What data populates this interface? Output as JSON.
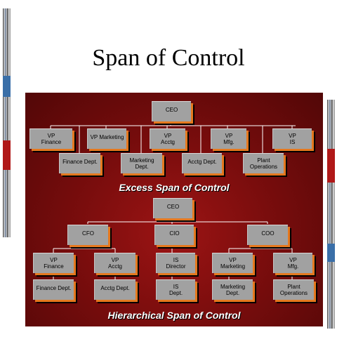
{
  "title": "Span of Control",
  "excess": {
    "caption": "Excess Span of Control",
    "ceo": "CEO",
    "vp_finance": [
      "VP",
      "Finance"
    ],
    "vp_marketing": "VP Marketing",
    "vp_acctg": [
      "VP",
      "Acctg"
    ],
    "vp_mfg": [
      "VP",
      "Mfg."
    ],
    "vp_is": [
      "VP",
      "IS"
    ],
    "finance_dept": "Finance Dept.",
    "marketing_dept": [
      "Marketing",
      "Dept."
    ],
    "acctg_dept": "Acctg Dept.",
    "plant_operations": [
      "Plant",
      "Operations"
    ]
  },
  "hierarchical": {
    "caption": "Hierarchical Span of Control",
    "ceo": "CEO",
    "cfo": "CFO",
    "cio": "CIO",
    "coo": "COO",
    "vp_finance": [
      "VP",
      "Finance"
    ],
    "vp_acctg": [
      "VP",
      "Acctg"
    ],
    "is_director": [
      "IS",
      "Director"
    ],
    "vp_marketing": [
      "VP",
      "Marketing"
    ],
    "vp_mfg": [
      "VP",
      "Mfg."
    ],
    "finance_dept": "Finance Dept.",
    "acctg_dept": "Acctg Dept.",
    "is_dept": [
      "IS",
      "Dept."
    ],
    "marketing_dept": [
      "Marketing",
      "Dept."
    ],
    "plant_operations": [
      "Plant",
      "Operations"
    ]
  },
  "colors": {
    "background": "#7a0d0d",
    "box_fill": "#a1a1a1",
    "box_edge_accent": "#e5781e",
    "caption_text": "#ffffff"
  }
}
